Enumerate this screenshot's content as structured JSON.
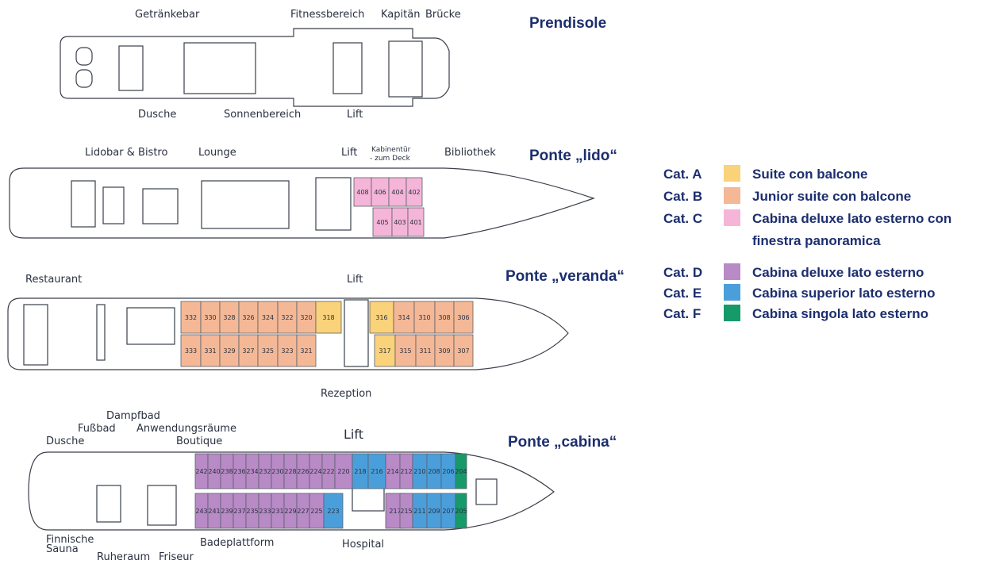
{
  "decks": [
    {
      "id": "prendisole",
      "title": "Prendisole",
      "labels": [
        "Getränkebar",
        "Fitnessbereich",
        "Kapitän",
        "Brücke",
        "Dusche",
        "Sonnenbereich",
        "Lift"
      ]
    },
    {
      "id": "lido",
      "title": "Ponte „lido“",
      "labels": [
        "Lidobar & Bistro",
        "Lounge",
        "Lift",
        "Kabinentür",
        "- zum Deck",
        "Bibliothek"
      ],
      "cabins": [
        {
          "no": "408",
          "category": "C"
        },
        {
          "no": "406",
          "category": "C"
        },
        {
          "no": "404",
          "category": "C"
        },
        {
          "no": "402",
          "category": "C"
        },
        {
          "no": "405",
          "category": "C"
        },
        {
          "no": "403",
          "category": "C"
        },
        {
          "no": "401",
          "category": "C"
        }
      ]
    },
    {
      "id": "veranda",
      "title": "Ponte „veranda“",
      "labels": [
        "Restaurant",
        "Lift",
        "Rezeption"
      ],
      "cabins": [
        {
          "no": "332",
          "category": "B"
        },
        {
          "no": "330",
          "category": "B"
        },
        {
          "no": "328",
          "category": "B"
        },
        {
          "no": "326",
          "category": "B"
        },
        {
          "no": "324",
          "category": "B"
        },
        {
          "no": "322",
          "category": "B"
        },
        {
          "no": "320",
          "category": "B"
        },
        {
          "no": "318",
          "category": "A"
        },
        {
          "no": "316",
          "category": "A"
        },
        {
          "no": "314",
          "category": "B"
        },
        {
          "no": "310",
          "category": "B"
        },
        {
          "no": "308",
          "category": "B"
        },
        {
          "no": "306",
          "category": "B"
        },
        {
          "no": "333",
          "category": "B"
        },
        {
          "no": "331",
          "category": "B"
        },
        {
          "no": "329",
          "category": "B"
        },
        {
          "no": "327",
          "category": "B"
        },
        {
          "no": "325",
          "category": "B"
        },
        {
          "no": "323",
          "category": "B"
        },
        {
          "no": "321",
          "category": "B"
        },
        {
          "no": "317",
          "category": "A"
        },
        {
          "no": "315",
          "category": "B"
        },
        {
          "no": "311",
          "category": "B"
        },
        {
          "no": "309",
          "category": "B"
        },
        {
          "no": "307",
          "category": "B"
        }
      ]
    },
    {
      "id": "cabina",
      "title": "Ponte „cabina“",
      "labels": [
        "Dampfbad",
        "Fußbad",
        "Anwendungsräume",
        "Dusche",
        "Boutique",
        "Lift",
        "Finnische",
        "Sauna",
        "Ruheraum",
        "Friseur",
        "Badeplattform",
        "Hospital"
      ],
      "cabins": [
        {
          "no": "242",
          "category": "D"
        },
        {
          "no": "240",
          "category": "D"
        },
        {
          "no": "238",
          "category": "D"
        },
        {
          "no": "236",
          "category": "D"
        },
        {
          "no": "234",
          "category": "D"
        },
        {
          "no": "232",
          "category": "D"
        },
        {
          "no": "230",
          "category": "D"
        },
        {
          "no": "228",
          "category": "D"
        },
        {
          "no": "226",
          "category": "D"
        },
        {
          "no": "224",
          "category": "D"
        },
        {
          "no": "222",
          "category": "D"
        },
        {
          "no": "220",
          "category": "D"
        },
        {
          "no": "218",
          "category": "E"
        },
        {
          "no": "216",
          "category": "E"
        },
        {
          "no": "214",
          "category": "D"
        },
        {
          "no": "212",
          "category": "D"
        },
        {
          "no": "210",
          "category": "E"
        },
        {
          "no": "208",
          "category": "E"
        },
        {
          "no": "206",
          "category": "E"
        },
        {
          "no": "204",
          "category": "F"
        },
        {
          "no": "243",
          "category": "D"
        },
        {
          "no": "241",
          "category": "D"
        },
        {
          "no": "239",
          "category": "D"
        },
        {
          "no": "237",
          "category": "D"
        },
        {
          "no": "235",
          "category": "D"
        },
        {
          "no": "233",
          "category": "D"
        },
        {
          "no": "231",
          "category": "D"
        },
        {
          "no": "229",
          "category": "D"
        },
        {
          "no": "227",
          "category": "D"
        },
        {
          "no": "225",
          "category": "D"
        },
        {
          "no": "223",
          "category": "E"
        },
        {
          "no": "217",
          "category": "D"
        },
        {
          "no": "215",
          "category": "D"
        },
        {
          "no": "211",
          "category": "E"
        },
        {
          "no": "209",
          "category": "E"
        },
        {
          "no": "207",
          "category": "E"
        },
        {
          "no": "205",
          "category": "F"
        }
      ]
    }
  ],
  "legend": [
    {
      "category": "Cat. A",
      "key": "A",
      "description": "Suite con balcone",
      "color": "#fad27a"
    },
    {
      "category": "Cat. B",
      "key": "B",
      "description": "Junior suite con balcone",
      "color": "#f4b896"
    },
    {
      "category": "Cat. C",
      "key": "C",
      "description": "Cabina deluxe lato esterno con",
      "description_line2": "finestra panoramica",
      "color": "#f5b5d8"
    },
    {
      "category": "Cat. D",
      "key": "D",
      "description": "Cabina deluxe lato esterno",
      "color": "#b88ac6"
    },
    {
      "category": "Cat. E",
      "key": "E",
      "description": "Cabina superior lato esterno",
      "color": "#4a9fdb"
    },
    {
      "category": "Cat. F",
      "key": "F",
      "description": "Cabina singola lato esterno",
      "color": "#169a6a"
    }
  ]
}
